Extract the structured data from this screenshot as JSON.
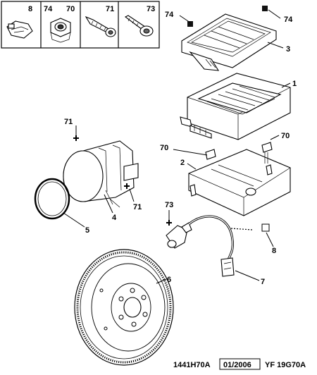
{
  "legend_box": [
    {
      "id": "legend-8",
      "labels": [
        "8"
      ]
    },
    {
      "id": "legend-74-70",
      "labels": [
        "74",
        "70"
      ]
    },
    {
      "id": "legend-71",
      "labels": [
        "71"
      ]
    },
    {
      "id": "legend-73",
      "labels": [
        "73"
      ]
    }
  ],
  "callouts": {
    "c74a": "74",
    "c74b": "74",
    "c3": "3",
    "c1": "1",
    "c71a": "71",
    "c71b": "71",
    "c70a": "70",
    "c70b": "70",
    "c2": "2",
    "c4": "4",
    "c5": "5",
    "c73": "73",
    "c8": "8",
    "c7": "7",
    "c6": "6"
  },
  "footer": {
    "ref1": "1441H70A",
    "date": "01/2006",
    "ref2": "YF 19G70A"
  }
}
